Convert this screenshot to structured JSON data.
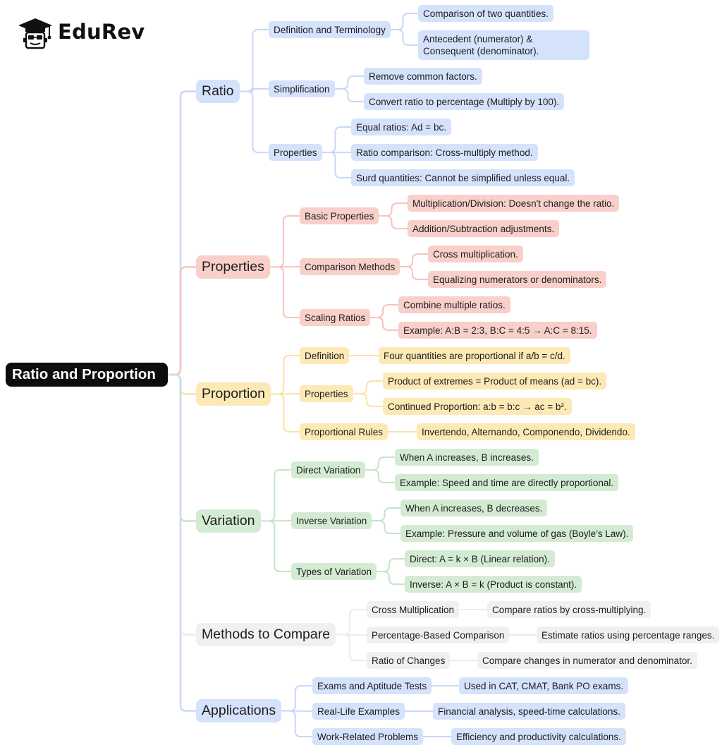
{
  "brand": {
    "name": "EduRev"
  },
  "colors": {
    "Ratio": "#d5e2fb",
    "Properties": "#f8d0c9",
    "Proportion": "#fde9b6",
    "Variation": "#d4ebd3",
    "Methods to Compare": "#f0f0f0",
    "Applications": "#d5e2fb",
    "root": "#0d0d0d"
  },
  "mindmap": {
    "root": "Ratio and Proportion",
    "branches": [
      {
        "label": "Ratio",
        "children": [
          {
            "label": "Definition and Terminology",
            "children": [
              "Comparison of two quantities.",
              "Antecedent (numerator) & Consequent (denominator)."
            ]
          },
          {
            "label": "Simplification",
            "children": [
              "Remove common factors.",
              "Convert ratio to percentage (Multiply by 100)."
            ]
          },
          {
            "label": "Properties",
            "children": [
              "Equal ratios: Ad = bc.",
              "Ratio comparison: Cross-multiply method.",
              "Surd quantities: Cannot be simplified unless equal."
            ]
          }
        ]
      },
      {
        "label": "Properties",
        "children": [
          {
            "label": "Basic Properties",
            "children": [
              "Multiplication/Division: Doesn't change the ratio.",
              "Addition/Subtraction adjustments."
            ]
          },
          {
            "label": "Comparison Methods",
            "children": [
              "Cross multiplication.",
              "Equalizing numerators or denominators."
            ]
          },
          {
            "label": "Scaling Ratios",
            "children": [
              "Combine multiple ratios.",
              "Example: A:B = 2:3, B:C = 4:5 → A:C = 8:15."
            ]
          }
        ]
      },
      {
        "label": "Proportion",
        "children": [
          {
            "label": "Definition",
            "children": [
              "Four quantities are proportional if a/b = c/d."
            ]
          },
          {
            "label": "Properties",
            "children": [
              "Product of extremes = Product of means (ad = bc).",
              "Continued Proportion: a:b = b:c → ac = b²."
            ]
          },
          {
            "label": "Proportional Rules",
            "children": [
              "Invertendo, Alternando, Componendo, Dividendo."
            ]
          }
        ]
      },
      {
        "label": "Variation",
        "children": [
          {
            "label": "Direct Variation",
            "children": [
              "When A increases, B increases.",
              "Example: Speed and time are directly proportional."
            ]
          },
          {
            "label": "Inverse Variation",
            "children": [
              "When A increases, B decreases.",
              "Example: Pressure and volume of gas (Boyle’s Law)."
            ]
          },
          {
            "label": "Types of Variation",
            "children": [
              "Direct: A = k × B (Linear relation).",
              "Inverse: A × B = k (Product is constant)."
            ]
          }
        ]
      },
      {
        "label": "Methods to Compare",
        "children": [
          {
            "label": "Cross Multiplication",
            "children": [
              "Compare ratios by cross-multiplying."
            ]
          },
          {
            "label": "Percentage-Based Comparison",
            "children": [
              "Estimate ratios using percentage ranges."
            ]
          },
          {
            "label": "Ratio of Changes",
            "children": [
              "Compare changes in numerator and denominator."
            ]
          }
        ]
      },
      {
        "label": "Applications",
        "children": [
          {
            "label": "Exams and Aptitude Tests",
            "children": [
              "Used in CAT, CMAT, Bank PO exams."
            ]
          },
          {
            "label": "Real-Life Examples",
            "children": [
              "Financial analysis, speed-time calculations."
            ]
          },
          {
            "label": "Work-Related Problems",
            "children": [
              "Efficiency and productivity calculations."
            ]
          }
        ]
      }
    ]
  }
}
